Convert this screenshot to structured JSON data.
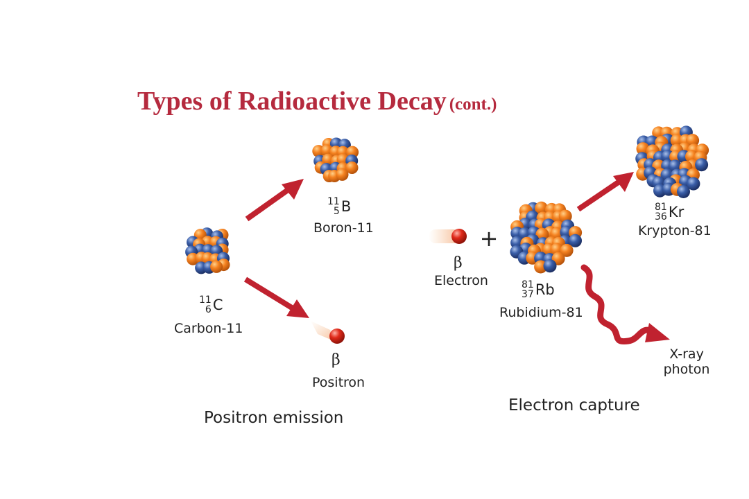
{
  "title": {
    "main": "Types of Radioactive Decay",
    "sub": "(cont.)"
  },
  "positron_emission": {
    "caption": "Positron emission",
    "parent": {
      "mass": "11",
      "atomic": "6",
      "symbol": "C",
      "name": "Carbon-11"
    },
    "daughter": {
      "mass": "11",
      "atomic": "5",
      "symbol": "B",
      "name": "Boron-11"
    },
    "particle": {
      "symbol": "β",
      "name": "Positron"
    }
  },
  "electron_capture": {
    "caption": "Electron capture",
    "incoming": {
      "symbol": "β",
      "name": "Electron"
    },
    "plus": "+",
    "parent": {
      "mass": "81",
      "atomic": "37",
      "symbol": "Rb",
      "name": "Rubidium-81"
    },
    "daughter": {
      "mass": "81",
      "atomic": "36",
      "symbol": "Kr",
      "name": "Krypton-81"
    },
    "emission": {
      "line1": "X-ray",
      "line2": "photon"
    }
  },
  "colors": {
    "title": "#b52a3e",
    "arrow": "#c0222f",
    "proton": "#f58220",
    "neutron": "#3a5ea8",
    "particle": "#e02a1a"
  }
}
